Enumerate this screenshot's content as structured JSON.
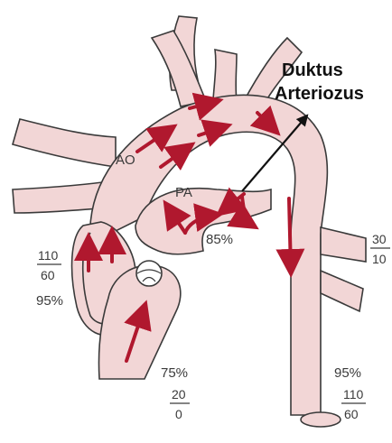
{
  "colors": {
    "vessel_fill": "#f2d6d6",
    "vessel_stroke": "#3a3a3a",
    "flow_arrow": "#b0182e",
    "pointer": "#111111"
  },
  "annotation": {
    "line1": "Duktus",
    "line2": "Arteriozus"
  },
  "labels": {
    "aorta": "AO",
    "pulmonary_artery": "PA",
    "pa_saturation": "85%"
  },
  "left_ventricle": {
    "pressure_systolic": "110",
    "pressure_diastolic": "60",
    "saturation": "95%"
  },
  "right_ventricle": {
    "saturation": "75%",
    "pressure_systolic": "20",
    "pressure_diastolic": "0"
  },
  "right_branch": {
    "pressure_systolic": "30",
    "pressure_diastolic": "10"
  },
  "descending_aorta": {
    "saturation": "95%",
    "pressure_systolic": "110",
    "pressure_diastolic": "60"
  },
  "icons": {
    "flow_arrow": "red-flow-arrow-icon",
    "pointer_arrow": "black-pointer-arrow-icon"
  }
}
